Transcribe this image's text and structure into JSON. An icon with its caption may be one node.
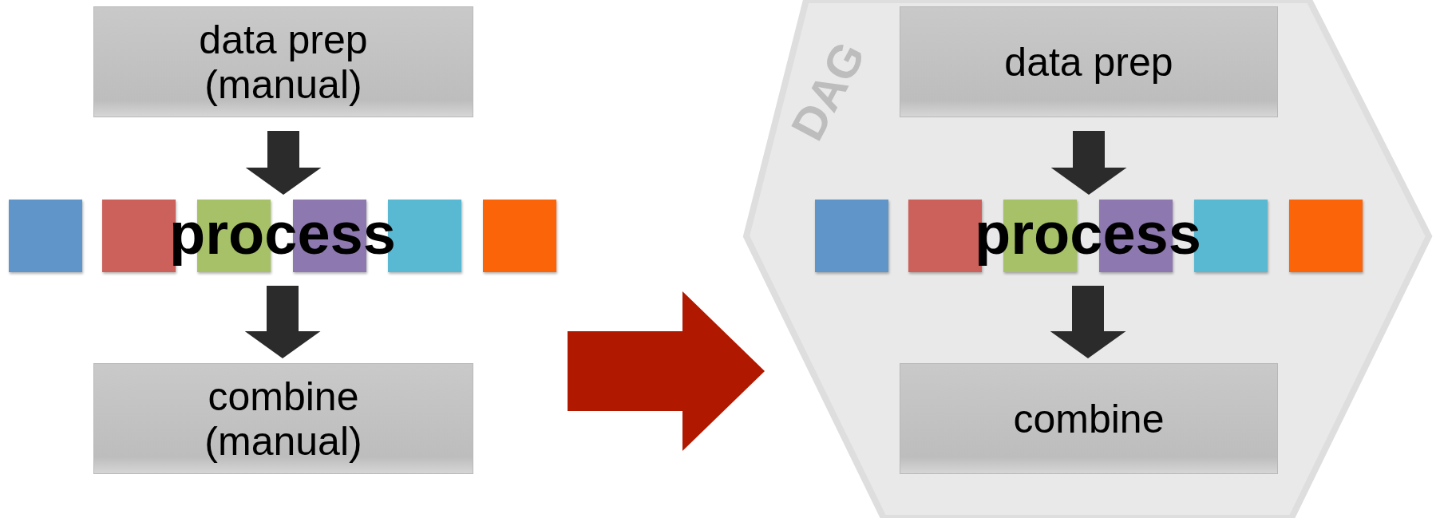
{
  "diagram": {
    "nodes": [
      {
        "text": [
          "data prep (manual)"
        ]
      },
      {
        "text": [
          "process"
        ]
      },
      {
        "text": [],
        "shape": "box",
        "in": 1
      },
      {
        "text": [],
        "shape": "box",
        "in": 1
      },
      {
        "text": [],
        "shape": "box",
        "in": 1
      },
      {
        "text": [],
        "shape": "box",
        "in": 1
      },
      {
        "text": [],
        "shape": "box",
        "in": 1
      },
      {
        "text": [],
        "shape": "box",
        "in": 1
      },
      {
        "text": [
          "combine (manual)"
        ]
      },
      {
        "text": [
          "DAG"
        ]
      },
      {
        "text": [
          "data prep"
        ],
        "in": 9
      },
      {
        "text": [
          "process"
        ],
        "in": 9
      },
      {
        "text": [],
        "shape": "box",
        "in": 11
      },
      {
        "text": [],
        "shape": "box",
        "in": 11
      },
      {
        "text": [],
        "shape": "box",
        "in": 11
      },
      {
        "text": [],
        "shape": "box",
        "in": 11
      },
      {
        "text": [],
        "shape": "box",
        "in": 11
      },
      {
        "text": [],
        "shape": "box",
        "in": 11
      },
      {
        "text": [
          "combine"
        ],
        "in": 9
      }
    ],
    "edges": [
      {
        "from": 0,
        "to": 1,
        "arrow": "to"
      },
      {
        "from": 1,
        "to": 8,
        "arrow": "to"
      },
      {
        "from": null,
        "to": 9,
        "arrow": "to",
        "style": "thick",
        "color": "#b01800"
      },
      {
        "from": 10,
        "to": 11,
        "arrow": "to"
      },
      {
        "from": 11,
        "to": 18,
        "arrow": "to"
      }
    ]
  }
}
